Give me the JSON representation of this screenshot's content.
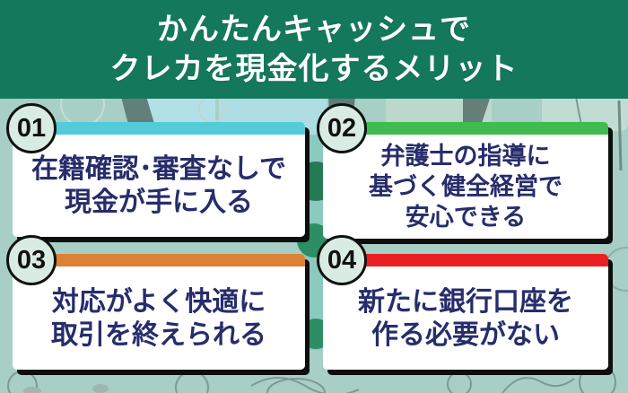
{
  "header": {
    "line1": "かんたんキャッシュで",
    "line2": "クレカを現金化するメリット",
    "bg_color": "#14785c",
    "text_color": "#ffffff"
  },
  "cards": [
    {
      "number": "01",
      "accent": "#54cbd9",
      "lines": [
        "在籍確認･審査なしで",
        "現金が手に入る"
      ]
    },
    {
      "number": "02",
      "accent": "#3fbb4f",
      "lines": [
        "弁護士の指導に",
        "基づく健全経営で",
        "安心できる"
      ]
    },
    {
      "number": "03",
      "accent": "#dd8134",
      "lines": [
        "対応がよく快適に",
        "取引を終えられる"
      ]
    },
    {
      "number": "04",
      "accent": "#ea2020",
      "lines": [
        "新たに銀行口座を",
        "作る必要がない"
      ]
    }
  ],
  "colors": {
    "page_background": "#a8cfc5",
    "card_background": "#ffffff",
    "card_text": "#272d6b",
    "card_shadow": "#0e0e0e",
    "badge_background": "#d9ece4",
    "badge_border": "#111111"
  }
}
